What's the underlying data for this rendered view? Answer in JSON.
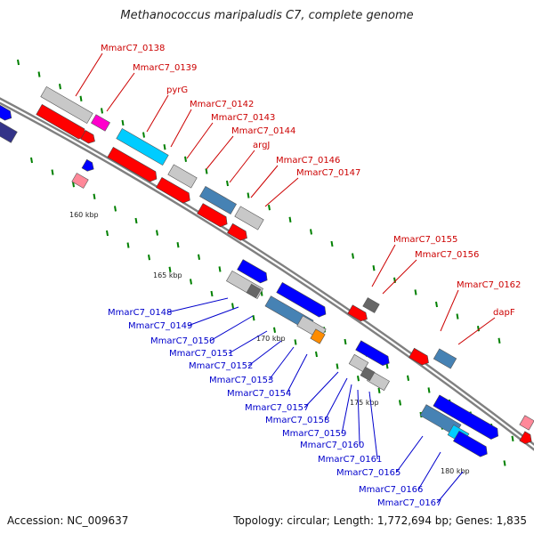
{
  "title": "Methanococcus maripaludis C7, complete genome",
  "footer": {
    "accession": "Accession: NC_009637",
    "topology": "Topology: circular; Length: 1,772,694 bp; Genes: 1,835"
  },
  "colors": {
    "background": "#ffffff",
    "backbone": "#808080",
    "forward_label": "#cc0000",
    "reverse_label": "#0000cc",
    "tick": "#008000",
    "gene_red": "#ff0000",
    "gene_blue": "#0000ff",
    "gene_grey": "#c8c8c8",
    "gene_darkgrey": "#666666",
    "gene_cyan": "#00ccff",
    "gene_steelblue": "#4682b4",
    "gene_magenta": "#ff00cc",
    "gene_pink": "#ff8899",
    "gene_orange": "#ff8c00"
  },
  "scale_labels": [
    "160 kbp",
    "165 kbp",
    "170 kbp",
    "175 kbp",
    "180 kbp"
  ],
  "forward_genes": [
    "MmarC7_0138",
    "MmarC7_0139",
    "pyrG",
    "MmarC7_0142",
    "MmarC7_0143",
    "MmarC7_0144",
    "argJ",
    "MmarC7_0146",
    "MmarC7_0147",
    "MmarC7_0155",
    "MmarC7_0156",
    "MmarC7_0162",
    "dapF"
  ],
  "reverse_genes": [
    "MmarC7_0148",
    "MmarC7_0149",
    "MmarC7_0150",
    "MmarC7_0151",
    "MmarC7_0152",
    "MmarC7_0153",
    "MmarC7_0154",
    "MmarC7_0157",
    "MmarC7_0158",
    "MmarC7_0159",
    "MmarC7_0160",
    "MmarC7_0161",
    "MmarC7_0165",
    "MmarC7_0166",
    "MmarC7_0167"
  ]
}
